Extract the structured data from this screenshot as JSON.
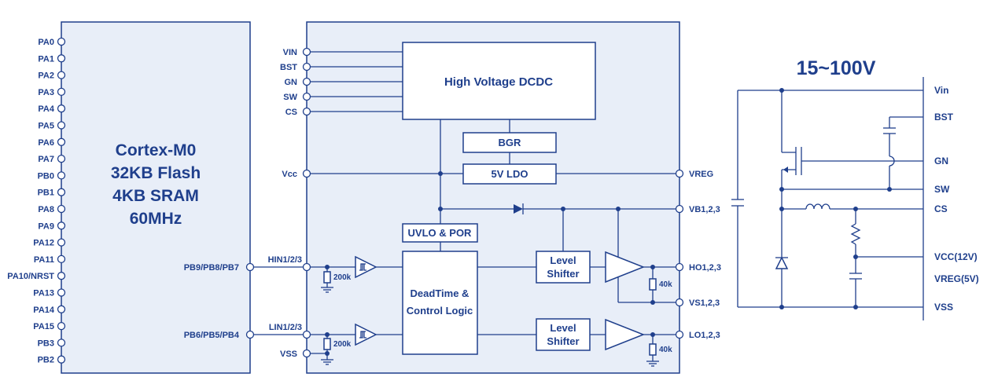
{
  "mcu": {
    "lines": [
      "Cortex-M0",
      "32KB Flash",
      "4KB SRAM",
      "60MHz"
    ],
    "pins_left": [
      "PA0",
      "PA1",
      "PA2",
      "PA3",
      "PA4",
      "PA5",
      "PA6",
      "PA7",
      "PB0",
      "PB1",
      "PA8",
      "PA9",
      "PA12",
      "PA11",
      "PA10/NRST",
      "PA13",
      "PA14",
      "PA15",
      "PB3",
      "PB2"
    ],
    "pin_hin": "PB9/PB8/PB7",
    "pin_lin": "PB6/PB5/PB4"
  },
  "driver": {
    "pins_left_top": [
      "VIN",
      "BST",
      "GN",
      "SW",
      "CS"
    ],
    "pin_vcc": "Vcc",
    "pin_hin": "HIN1/2/3",
    "pin_lin": "LIN1/2/3",
    "pin_vss": "VSS",
    "pins_right": {
      "vreg": "VREG",
      "vb": "VB1,2,3",
      "ho": "HO1,2,3",
      "vs": "VS1,2,3",
      "lo": "LO1,2,3"
    },
    "blocks": {
      "dcdc": "High Voltage DCDC",
      "bgr": "BGR",
      "ldo": "5V LDO",
      "uvlo": "UVLO & POR",
      "deadtime_1": "DeadTime &",
      "deadtime_2": "Control Logic",
      "level_shifter_1": "Level",
      "level_shifter_2": "Shifter"
    },
    "resistors": {
      "pulldown": "200k",
      "out": "40k"
    }
  },
  "supply": {
    "title": "15~100V",
    "labels": [
      "Vin",
      "BST",
      "GN",
      "SW",
      "CS",
      "VCC(12V)",
      "VREG(5V)",
      "VSS"
    ]
  },
  "colors": {
    "primary": "#1f3f8c",
    "block_fill": "#e8eef8"
  }
}
